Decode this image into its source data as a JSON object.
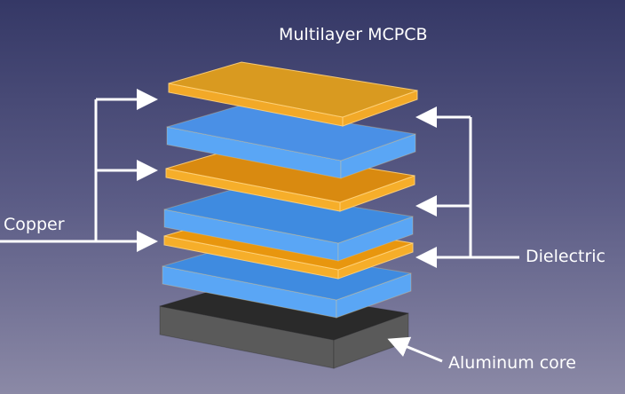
{
  "title": "Multilayer MCPCB",
  "labels": {
    "copper": "Copper",
    "dielectric": "Dielectric",
    "aluminum": "Aluminum core"
  },
  "colors": {
    "copper": "#f0a020",
    "dielectric": "#4a98ee",
    "aluminum": "#3a3a3a",
    "arrow": "#ffffff"
  }
}
